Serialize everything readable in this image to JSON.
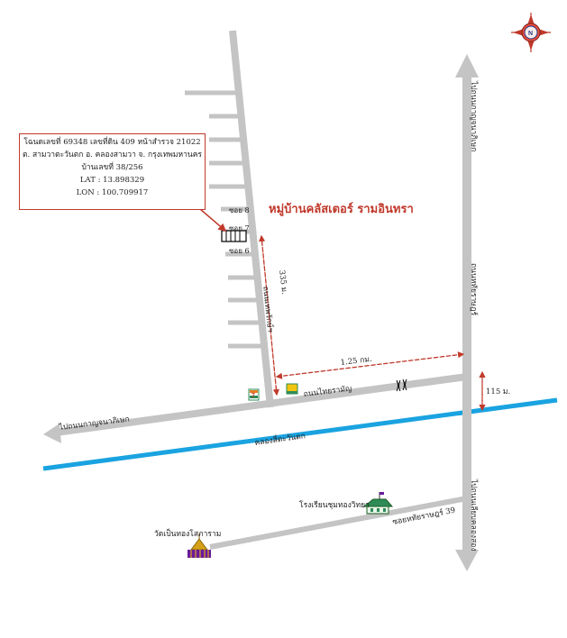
{
  "info_box": {
    "line1": "โฉนดเลขที่ 69348  เลขที่ดิน 409  หน้าสำรวจ 21022",
    "line2": "ต. สามวาตะวันตก  อ. คลองสามวา  จ. กรุงเทพมหานคร",
    "line3": "บ้านเลขที่ 38/256",
    "line4": "LAT : 13.898329",
    "line5": "LON : 100.709917"
  },
  "village_name": "หมู่บ้านคลัสเตอร์ รามอินทรา",
  "compass_letter": "N",
  "soi_labels": {
    "soi8": "ซอย 8",
    "soi7": "ซอย 7",
    "soi6": "ซอย 6"
  },
  "roads": {
    "vertical_left": "ถนนเทพรักษ์ฯ",
    "vertical_right_top": "ไปถนนกาญจนาภิเษก",
    "vertical_right_mid": "ถนนหทัยราษฎร์",
    "vertical_right_bottom": "ไปถนนเลียบคลองสอง",
    "main_horizontal": "ถนนไทยรามัญ",
    "main_horizontal_left": "ไปถนนกาญจนาภิเษก",
    "bottom_soi": "ซอยหทัยราษฎร์ 39"
  },
  "canal": "คลองสี่ตะวันตก",
  "distances": {
    "vertical": "335 ม.",
    "horizontal": "1.25 กม.",
    "right": "115 ม."
  },
  "landmarks": {
    "school": "โรงเรียนชุมทองวิทยา",
    "temple": "วัดเป็นทองโสภาราม"
  },
  "colors": {
    "road": "#c4c4c4",
    "canal": "#1aa3e0",
    "annotation": "#c0392b"
  }
}
